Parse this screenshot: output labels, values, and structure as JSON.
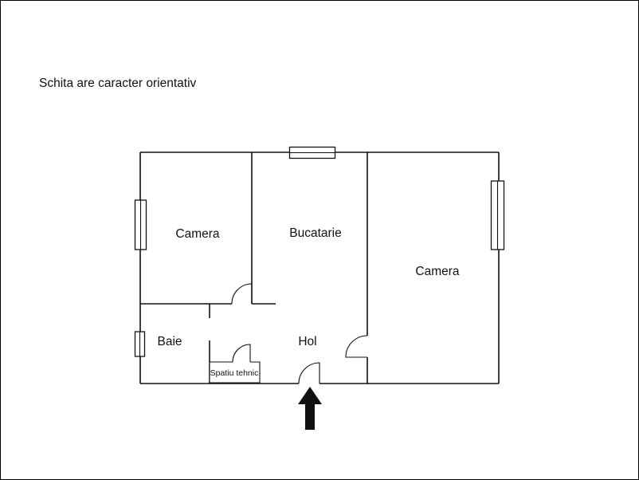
{
  "page": {
    "disclaimer": "Schita are caracter orientativ"
  },
  "floorplan": {
    "rooms": {
      "camera_left": "Camera",
      "bucatarie": "Bucatarie",
      "camera_right": "Camera",
      "baie": "Baie",
      "hol": "Hol",
      "spatiu_tehnic": "Spatiu tehnic"
    },
    "colors": {
      "wall": "#111111",
      "background": "#ffffff"
    }
  }
}
